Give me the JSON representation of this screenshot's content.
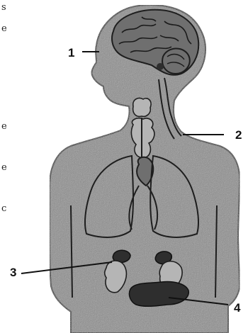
{
  "labels": {
    "l1": "1",
    "l2": "2",
    "l3": "3",
    "l4": "4"
  },
  "edge_text": {
    "top_fragment_1": "s",
    "top_fragment_2": "e",
    "mid_fragment_1": "e",
    "mid_fragment_2": "e",
    "mid_fragment_3": "c"
  },
  "colors": {
    "body": "#8a8a8a",
    "outline": "#1a1a1a",
    "dark_organ": "#2e2e2e"
  }
}
